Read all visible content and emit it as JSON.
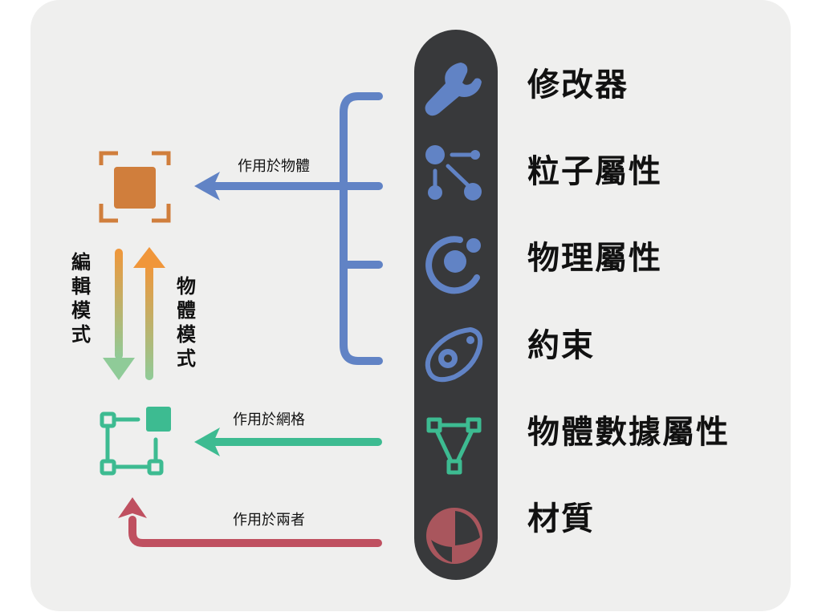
{
  "colors": {
    "background": "#efefee",
    "sidebar": "#38393b",
    "blue": "#6183c5",
    "orange": "#d07e3c",
    "green": "#3dbb91",
    "red": "#bf5060",
    "material_red": "#a9565d",
    "gradient_top": "#f0963a",
    "gradient_bottom": "#8fcb98",
    "text": "#111111"
  },
  "properties": [
    {
      "label": "修改器",
      "icon": "wrench-icon",
      "color": "#6183c5"
    },
    {
      "label": "粒子屬性",
      "icon": "particles-icon",
      "color": "#6183c5"
    },
    {
      "label": "物理屬性",
      "icon": "physics-icon",
      "color": "#6183c5"
    },
    {
      "label": "約束",
      "icon": "constraint-icon",
      "color": "#6183c5"
    },
    {
      "label": "物體數據屬性",
      "icon": "object-data-icon",
      "color": "#3dbb91"
    },
    {
      "label": "材質",
      "icon": "material-icon",
      "color": "#a9565d"
    }
  ],
  "edges": {
    "object": "作用於物體",
    "mesh": "作用於網格",
    "both": "作用於兩者"
  },
  "modes": {
    "edit": "編輯模式",
    "object": "物體模式"
  },
  "nodes": {
    "object": "object-mode-icon",
    "mesh": "edit-mesh-icon"
  }
}
